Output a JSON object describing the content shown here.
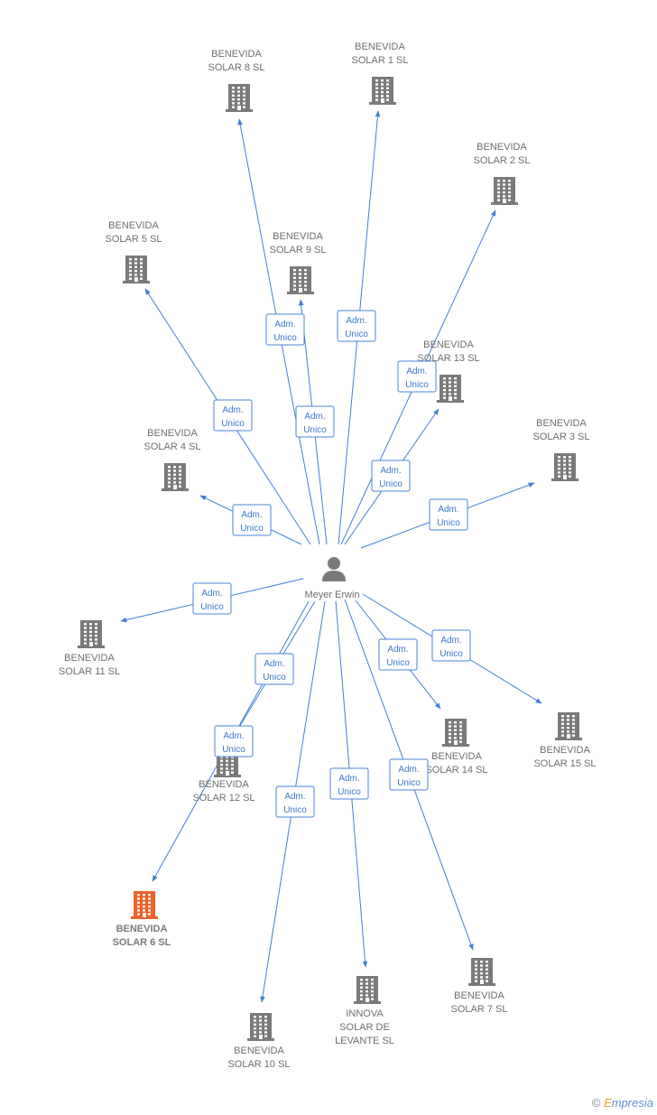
{
  "center": {
    "name": "Meyer Erwin"
  },
  "edge_label": {
    "line1": "Adm.",
    "line2": "Unico"
  },
  "colors": {
    "edge": "#3f7fd9",
    "building": "#7a7a7a",
    "highlight": "#f0602a",
    "person": "#7a7a7a"
  },
  "nodes": [
    {
      "id": "bs8",
      "lines": [
        "BENEVIDA",
        "SOLAR 8 SL"
      ]
    },
    {
      "id": "bs1",
      "lines": [
        "BENEVIDA",
        "SOLAR 1 SL"
      ]
    },
    {
      "id": "bs2",
      "lines": [
        "BENEVIDA",
        "SOLAR 2 SL"
      ]
    },
    {
      "id": "bs5",
      "lines": [
        "BENEVIDA",
        "SOLAR 5 SL"
      ]
    },
    {
      "id": "bs9",
      "lines": [
        "BENEVIDA",
        "SOLAR 9 SL"
      ]
    },
    {
      "id": "bs13",
      "lines": [
        "BENEVIDA",
        "SOLAR 13 SL"
      ]
    },
    {
      "id": "bs3",
      "lines": [
        "BENEVIDA",
        "SOLAR 3 SL"
      ]
    },
    {
      "id": "bs4",
      "lines": [
        "BENEVIDA",
        "SOLAR 4 SL"
      ]
    },
    {
      "id": "bs11",
      "lines": [
        "BENEVIDA",
        "SOLAR 11 SL"
      ]
    },
    {
      "id": "bs12",
      "lines": [
        "BENEVIDA",
        "SOLAR 12 SL"
      ]
    },
    {
      "id": "bs14",
      "lines": [
        "BENEVIDA",
        "SOLAR 14 SL"
      ]
    },
    {
      "id": "bs15",
      "lines": [
        "BENEVIDA",
        "SOLAR 15 SL"
      ]
    },
    {
      "id": "bs6",
      "lines": [
        "BENEVIDA",
        "SOLAR 6 SL"
      ],
      "highlight": true
    },
    {
      "id": "bs10",
      "lines": [
        "BENEVIDA",
        "SOLAR 10 SL"
      ]
    },
    {
      "id": "innova",
      "lines": [
        "INNOVA",
        "SOLAR DE",
        "LEVANTE SL"
      ]
    },
    {
      "id": "bs7",
      "lines": [
        "BENEVIDA",
        "SOLAR 7 SL"
      ]
    }
  ],
  "footer": {
    "copyright": "©",
    "brand_first": "E",
    "brand_rest": "mpresia"
  }
}
